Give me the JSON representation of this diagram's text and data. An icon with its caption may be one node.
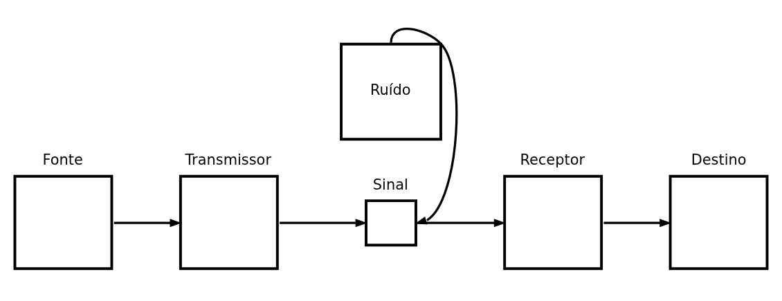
{
  "diagram": {
    "nodes": [
      {
        "text": [
          "Fonte"
        ]
      },
      {
        "text": [
          "Transmissor"
        ]
      },
      {
        "text": [
          "Sinal"
        ]
      },
      {
        "text": [
          "Receptor"
        ]
      },
      {
        "text": [
          "Destino"
        ]
      },
      {
        "text": [
          "Ruído"
        ]
      }
    ],
    "edges": [
      {
        "from": 0,
        "to": 1,
        "arrow": "to"
      },
      {
        "from": 1,
        "to": 2,
        "arrow": "to"
      },
      {
        "from": 2,
        "to": 3,
        "arrow": "to"
      },
      {
        "from": 3,
        "to": 4,
        "arrow": "to"
      },
      {
        "from": 5,
        "to": 2,
        "arrow": "to"
      }
    ]
  }
}
